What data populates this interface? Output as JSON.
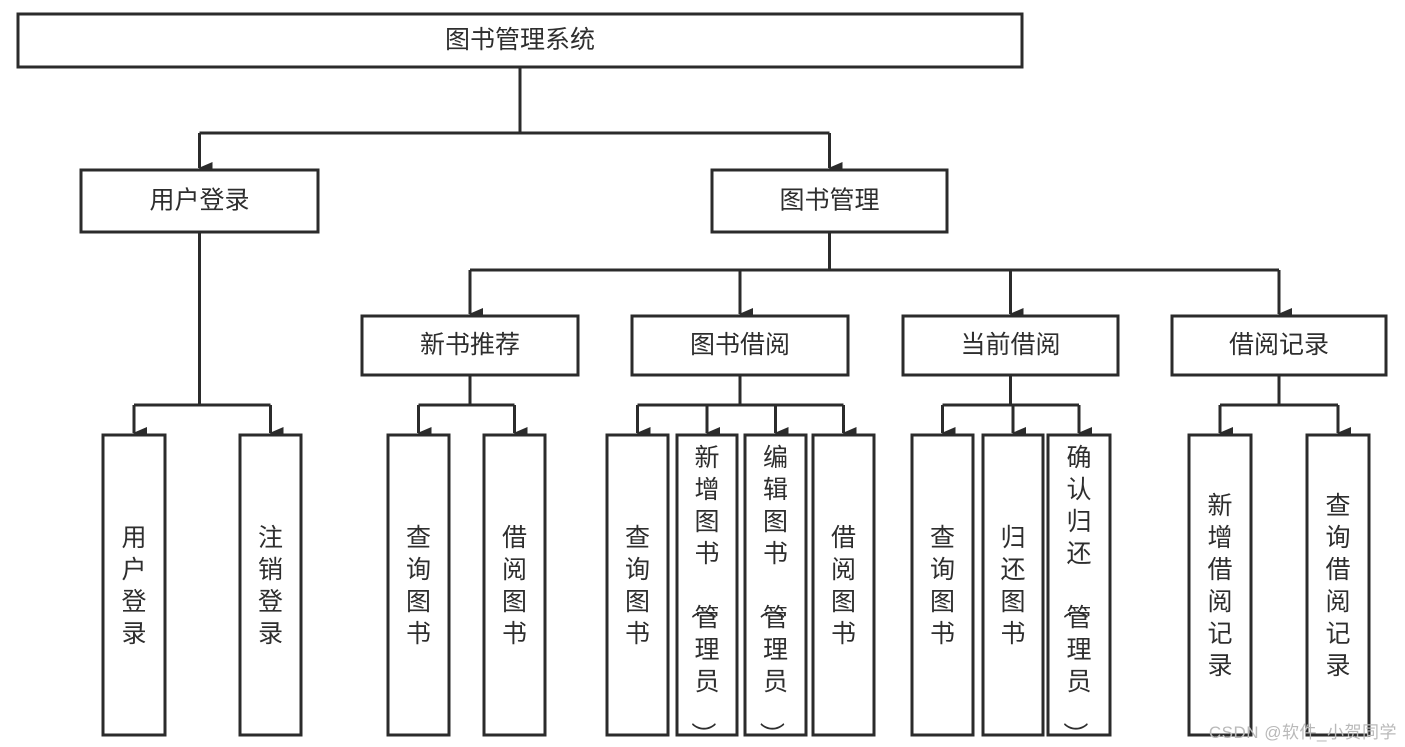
{
  "diagram": {
    "title": "图书管理系统",
    "type": "tree-hierarchy",
    "orientation": "top-down",
    "watermark": "CSDN @软件_小贺同学",
    "style": {
      "box_fill": "#ffffff",
      "box_stroke": "#2b2b2b",
      "text_color": "#2e2e2e",
      "background": "#ffffff",
      "watermark_color": "#b9b9b9"
    },
    "levels": [
      {
        "level": 1,
        "nodes": [
          {
            "id": "root",
            "label": "图书管理系统",
            "orient": "horizontal"
          }
        ]
      },
      {
        "level": 2,
        "nodes": [
          {
            "id": "login",
            "label": "用户登录",
            "orient": "horizontal",
            "parent": "root"
          },
          {
            "id": "bookmgmt",
            "label": "图书管理",
            "orient": "horizontal",
            "parent": "root"
          }
        ]
      },
      {
        "level": 3,
        "nodes": [
          {
            "id": "newbook",
            "label": "新书推荐",
            "orient": "horizontal",
            "parent": "bookmgmt"
          },
          {
            "id": "borrow",
            "label": "图书借阅",
            "orient": "horizontal",
            "parent": "bookmgmt"
          },
          {
            "id": "current",
            "label": "当前借阅",
            "orient": "horizontal",
            "parent": "bookmgmt"
          },
          {
            "id": "record",
            "label": "借阅记录",
            "orient": "horizontal",
            "parent": "bookmgmt"
          }
        ]
      },
      {
        "level": 4,
        "nodes": [
          {
            "id": "l1",
            "label": "用户登录",
            "orient": "vertical",
            "parent": "login"
          },
          {
            "id": "l2",
            "label": "注销登录",
            "orient": "vertical",
            "parent": "login"
          },
          {
            "id": "n1",
            "label": "查询图书",
            "orient": "vertical",
            "parent": "newbook"
          },
          {
            "id": "n2",
            "label": "借阅图书",
            "orient": "vertical",
            "parent": "newbook"
          },
          {
            "id": "b1",
            "label": "查询图书",
            "orient": "vertical",
            "parent": "borrow"
          },
          {
            "id": "b2",
            "label": "新增图书（管理员）",
            "orient": "vertical",
            "parent": "borrow"
          },
          {
            "id": "b3",
            "label": "编辑图书（管理员）",
            "orient": "vertical",
            "parent": "borrow"
          },
          {
            "id": "b4",
            "label": "借阅图书",
            "orient": "vertical",
            "parent": "borrow"
          },
          {
            "id": "c1",
            "label": "查询图书",
            "orient": "vertical",
            "parent": "current"
          },
          {
            "id": "c2",
            "label": "归还图书",
            "orient": "vertical",
            "parent": "current"
          },
          {
            "id": "c3",
            "label": "确认归还（管理员）",
            "orient": "vertical",
            "parent": "current"
          },
          {
            "id": "r1",
            "label": "新增借阅记录",
            "orient": "vertical",
            "parent": "record"
          },
          {
            "id": "r2",
            "label": "查询借阅记录",
            "orient": "vertical",
            "parent": "record"
          }
        ]
      }
    ]
  }
}
